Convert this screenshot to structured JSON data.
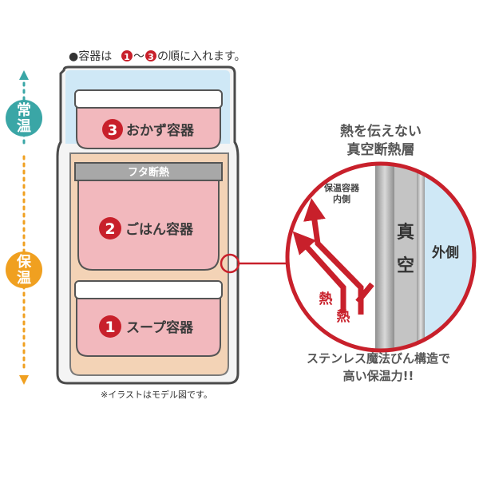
{
  "instruction": {
    "bullet": "●",
    "prefix": "容器は",
    "num_a": "1",
    "tilde": "～",
    "num_b": "3",
    "suffix": "の順に入れます。"
  },
  "side_labels": {
    "room_temp": [
      "常",
      "温"
    ],
    "keep_warm": [
      "保",
      "温"
    ]
  },
  "containers": {
    "side_dish": {
      "number": "3",
      "label": "おかず容器"
    },
    "lid_insulation": "フタ断熱",
    "rice": {
      "number": "2",
      "label": "ごはん容器"
    },
    "soup": {
      "number": "1",
      "label": "スープ容器"
    }
  },
  "note": "※イラストはモデル図です。",
  "detail": {
    "heading_line1": "熱を伝えない",
    "heading_line2": "真空断熱層",
    "inner_label_line1": "保温容器",
    "inner_label_line2": "内側",
    "vacuum_chars": [
      "真",
      "空"
    ],
    "outer_label": "外側",
    "heat_chars": [
      "熱",
      "熱"
    ],
    "caption_line1": "ステンレス魔法びん構造で",
    "caption_line2": "高い保温力!!"
  },
  "colors": {
    "accent_red": "#c8202b",
    "container_pink": "#f2b8bd",
    "lid_white": "#ffffff",
    "outer_blue": "#cfe8f6",
    "warm_beige": "#f3d3b6",
    "teal": "#3aa6a6",
    "orange": "#f0a020",
    "gray_lid": "#a8a8a8"
  }
}
